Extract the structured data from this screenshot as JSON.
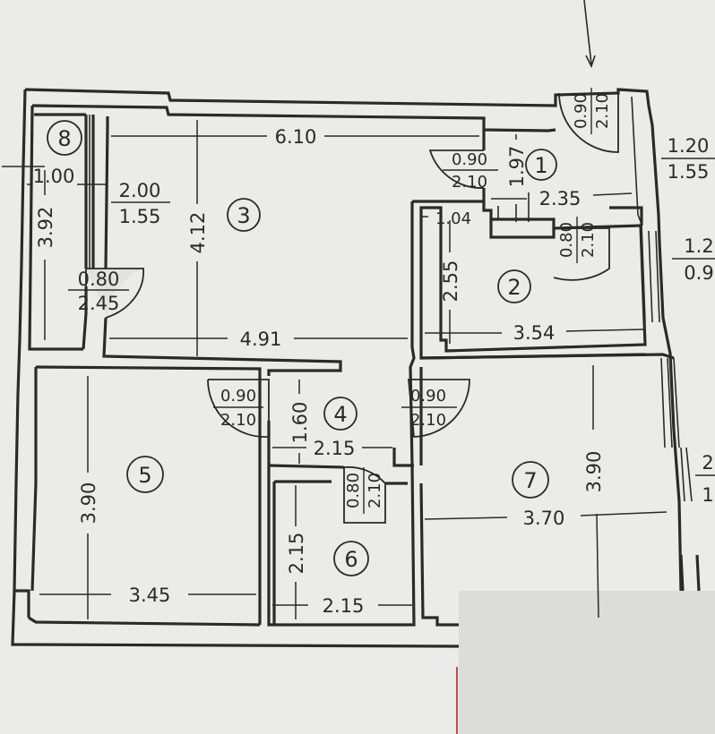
{
  "rooms": [
    "1",
    "2",
    "3",
    "4",
    "5",
    "6",
    "7",
    "8"
  ],
  "dimensions": {
    "d_6_10": "6.10",
    "d_4_12": "4.12",
    "d_4_91": "4.91",
    "d_3_92": "3.92",
    "d_1_00": "1.00",
    "d_1_97": "1.97",
    "d_2_35": "2.35",
    "d_1_04": "1.04",
    "d_2_55": "2.55",
    "d_3_54": "3.54",
    "d_1_60": "1.60",
    "d_2_15_hall": "2.15",
    "d_3_90_left": "3.90",
    "d_3_45": "3.45",
    "d_2_15_v": "2.15",
    "d_2_15_h": "2.15",
    "d_3_70": "3.70",
    "d_3_90_right": "3.90"
  },
  "openings": {
    "o_200_155": [
      "2.00",
      "1.55"
    ],
    "o_080_245": [
      "0.80",
      "2.45"
    ],
    "o_090_210_r1": [
      "0.90",
      "2.10"
    ],
    "o_090_210_top": [
      "0.90",
      "2.10"
    ],
    "o_080_210_r2": [
      "0.80",
      "2.10"
    ],
    "o_090_210_r5": [
      "0.90",
      "2.10"
    ],
    "o_090_210_r7": [
      "0.90",
      "2.10"
    ],
    "o_080_210_r6": [
      "0.80",
      "2.10"
    ],
    "w_120_155": [
      "1.20",
      "1.55"
    ],
    "w_120_09": [
      "1.2",
      "0.9"
    ],
    "w_2_1": [
      "2",
      "1"
    ]
  }
}
